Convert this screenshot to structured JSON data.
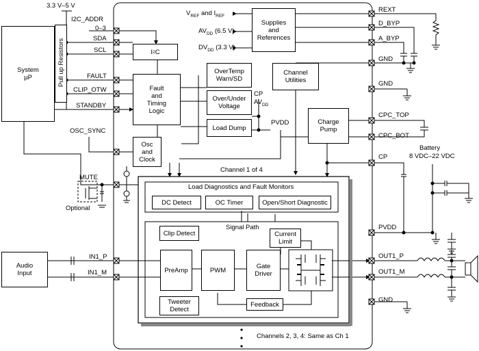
{
  "pins_left": {
    "supply": "3.3 V–5 V",
    "i2c_addr": "I2C_ADDR",
    "i2c_addr_range": "0–3",
    "sda": "SDA",
    "scl": "SCL",
    "fault": "FAULT",
    "clip_otw": "CLIP_OTW",
    "standby": "STANDBY",
    "osc_sync": "OSC_SYNC",
    "mute": "MUTE",
    "optional": "Optional",
    "in1_p": "IN1_P",
    "in1_m": "IN1_M"
  },
  "pins_right": {
    "rext": "REXT",
    "d_byp": "D_BYP",
    "a_byp": "A_BYP",
    "gnd1": "GND",
    "gnd2": "GND",
    "cpc_top": "CPC_TOP",
    "cpc_bot": "CPC_BOT",
    "cp": "CP",
    "pvdd": "PVDD",
    "out1_p": "OUT1_P",
    "out1_m": "OUT1_M",
    "gnd3": "GND"
  },
  "external": {
    "system_up": "System",
    "system_up_2": "µP",
    "pullup": "Pull up Resistors",
    "audio_input": "Audio",
    "audio_input_2": "Input",
    "battery": "Battery",
    "battery_range": "8 VDC–22 VDC"
  },
  "internal": {
    "vref": "V",
    "vref_sub": "REF",
    "vref_and": " and I",
    "iref_sub": "REF",
    "avdd": "AV",
    "avdd_sub": "DD",
    "avdd_val": " (6.5 V)",
    "dvdd": "DV",
    "dvdd_sub": "DD",
    "dvdd_val": " (3.3 V)",
    "supplies": "Supplies",
    "and": "and",
    "references": "References",
    "i2c": "I",
    "i2c_sup": "2",
    "i2c_c": "C",
    "fault_logic_1": "Fault",
    "fault_logic_2": "and",
    "fault_logic_3": "Timing",
    "fault_logic_4": "Logic",
    "overtemp_1": "OverTemp",
    "overtemp_2": "Warn/SD",
    "ov_uv_1": "Over/Under",
    "ov_uv_2": "Voltage",
    "load_dump": "Load Dump",
    "channel_util_1": "Channel",
    "channel_util_2": "Utilities",
    "cp_lbl": "CP",
    "avdd_lbl": "AV",
    "avdd_lbl_sub": "DD",
    "pvdd_lbl": "PVDD",
    "charge_pump_1": "Charge",
    "charge_pump_2": "Pump",
    "osc_1": "Osc",
    "osc_2": "and",
    "osc_3": "Clock"
  },
  "channel": {
    "title": "Channel 1 of 4",
    "diag_title": "Load Diagnostics and Fault Monitors",
    "dc_detect": "DC Detect",
    "oc_timer": "OC Timer",
    "open_short": "Open/Short Diagnostic",
    "signal_path": "Signal Path",
    "clip_detect": "Clip Detect",
    "current_limit_1": "Current",
    "current_limit_2": "Limit",
    "preamp": "PreAmp",
    "pwm": "PWM",
    "gate_driver_1": "Gate",
    "gate_driver_2": "Driver",
    "tweeter_1": "Tweeter",
    "tweeter_2": "Detect",
    "feedback": "Feedback",
    "channels_note": "Channels 2, 3, 4: Same as Ch 1"
  }
}
